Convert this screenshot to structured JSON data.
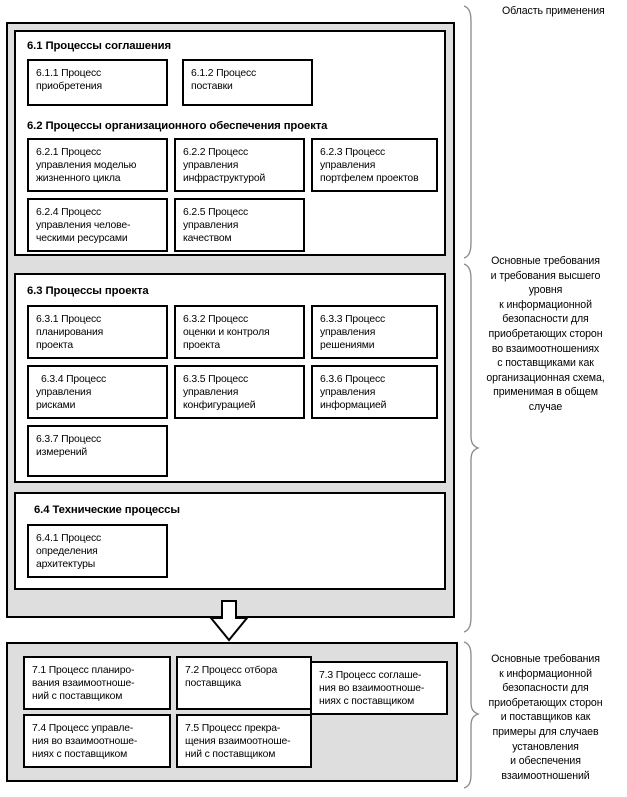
{
  "diagram": {
    "colors": {
      "stage_fill": "#dedede",
      "panel_fill": "#ffffff",
      "line": "#000000"
    },
    "top_stage": {
      "groups": [
        {
          "id": "6.1",
          "title": "6.1 Процессы соглашения",
          "boxes": [
            {
              "id": "6.1.1",
              "lines": [
                "6.1.1 Процесс",
                "приобретения"
              ]
            },
            {
              "id": "6.1.2",
              "lines": [
                "6.1.2 Процесс",
                "поставки"
              ]
            }
          ]
        },
        {
          "id": "6.2",
          "title": "6.2 Процессы организационного обеспечения проекта",
          "boxes": [
            {
              "id": "6.2.1",
              "lines": [
                "6.2.1 Процесс",
                "управления моделью",
                "жизненного цикла"
              ]
            },
            {
              "id": "6.2.2",
              "lines": [
                "6.2.2 Процесс",
                "управления",
                "инфраструктурой"
              ]
            },
            {
              "id": "6.2.3",
              "lines": [
                "6.2.3 Процесс",
                "управления",
                "портфелем проектов"
              ]
            },
            {
              "id": "6.2.4",
              "lines": [
                "6.2.4 Процесс",
                "управления челове-",
                "ческими ресурсами"
              ]
            },
            {
              "id": "6.2.5",
              "lines": [
                "6.2.5 Процесс",
                "управления",
                "качеством"
              ]
            }
          ]
        },
        {
          "id": "6.3",
          "title": "6.3 Процессы проекта",
          "boxes": [
            {
              "id": "6.3.1",
              "lines": [
                "6.3.1 Процесс",
                "планирования",
                "проекта"
              ]
            },
            {
              "id": "6.3.2",
              "lines": [
                "6.3.2 Процесс",
                "оценки и контроля",
                "проекта"
              ]
            },
            {
              "id": "6.3.3",
              "lines": [
                "6.3.3 Процесс",
                "управления",
                "решениями"
              ]
            },
            {
              "id": "6.3.4",
              "lines": [
                "6.3.4 Процесс",
                "управления",
                "рисками"
              ]
            },
            {
              "id": "6.3.5",
              "lines": [
                "6.3.5 Процесс",
                "управления",
                "конфигурацией"
              ]
            },
            {
              "id": "6.3.6",
              "lines": [
                "6.3.6 Процесс",
                "управления",
                "информацией"
              ]
            },
            {
              "id": "6.3.7",
              "lines": [
                "6.3.7 Процесс",
                "измерений"
              ]
            }
          ]
        },
        {
          "id": "6.4",
          "title": "6.4  Технические процессы",
          "boxes": [
            {
              "id": "6.4.1",
              "lines": [
                "6.4.1 Процесс",
                "определения",
                "архитектуры"
              ]
            }
          ]
        }
      ]
    },
    "bottom_stage": {
      "boxes": [
        {
          "id": "7.1",
          "lines": [
            "7.1 Процесс планиро-",
            "вания взаимоотноше-",
            "ний с поставщиком"
          ]
        },
        {
          "id": "7.2",
          "lines": [
            "7.2 Процесс отбора",
            "поставщика"
          ]
        },
        {
          "id": "7.3",
          "lines": [
            "7.3 Процесс соглаше-",
            "ния во взаимоотноше-",
            "ниях с поставщиком"
          ]
        },
        {
          "id": "7.4",
          "lines": [
            "7.4  Процесс управле-",
            "ния во взаимоотноше-",
            "ниях с поставщиком"
          ]
        },
        {
          "id": "7.5",
          "lines": [
            "7.5 Процесс прекра-",
            "щения взаимоотноше-",
            "ний с поставщиком"
          ]
        }
      ]
    },
    "arrow": {
      "name": "flow-down-arrow"
    },
    "annotations": [
      {
        "id": "scope",
        "align": "left",
        "lines": [
          "Область применения"
        ]
      },
      {
        "id": "main-requirements-top",
        "align": "center",
        "lines": [
          "Основные  требования",
          "и требования высшего",
          "уровня",
          "к информационной",
          "безопасности  для",
          "приобретающих сторон",
          "во взаимоотношениях",
          "с поставщиками как",
          "организационная схема,",
          "применимая в общем",
          "случае"
        ]
      },
      {
        "id": "main-requirements-bottom",
        "align": "center",
        "lines": [
          "Основные  требования",
          "к информационной",
          "безопасности  для",
          "приобретающих сторон",
          "и поставщиков как",
          "примеры для случаев",
          "установления",
          "и обеспечения",
          "взаимоотношений"
        ]
      }
    ]
  }
}
